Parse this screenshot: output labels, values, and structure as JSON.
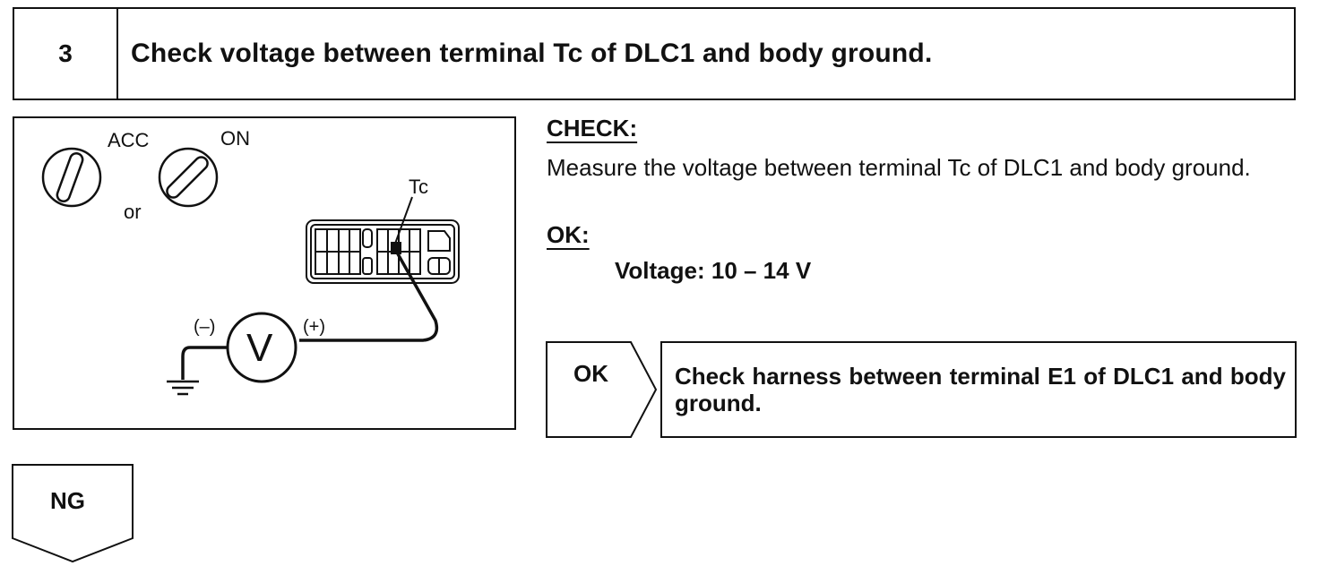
{
  "step": {
    "number": "3",
    "title": "Check voltage between terminal Tc of DLC1 and body ground."
  },
  "figure": {
    "label_acc": "ACC",
    "label_on": "ON",
    "label_or": "or",
    "label_tc": "Tc",
    "label_minus": "(–)",
    "label_plus": "(+)",
    "label_meter": "V"
  },
  "check": {
    "heading": "CHECK:",
    "text": "Measure the voltage between terminal Tc of DLC1 and body ground."
  },
  "ok": {
    "heading": "OK:",
    "spec": "Voltage: 10 – 14 V"
  },
  "branches": {
    "ok_label": "OK",
    "ok_result": "Check harness between terminal E1 of DLC1 and body ground.",
    "ng_label": "NG"
  }
}
